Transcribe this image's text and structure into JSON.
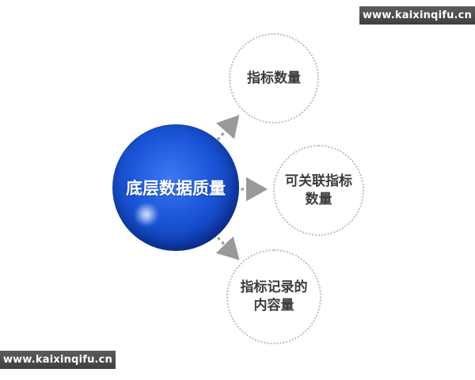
{
  "banners": {
    "top_text": "www.kaixinqifu.cn",
    "bottom_text": "www.kaixinqifu.cn"
  },
  "diagram": {
    "center": {
      "label": "底层数据质量"
    },
    "satellites": [
      {
        "label": "指标数量"
      },
      {
        "label": "可关联指标\n数量"
      },
      {
        "label": "指标记录的\n内容量"
      }
    ],
    "colors": {
      "sphere": "#1c57da",
      "arrow": "#999999",
      "circle_border": "#bdbdbd",
      "banner_bg": "#4a4a4a",
      "label_text": "#3c3c3c"
    }
  }
}
